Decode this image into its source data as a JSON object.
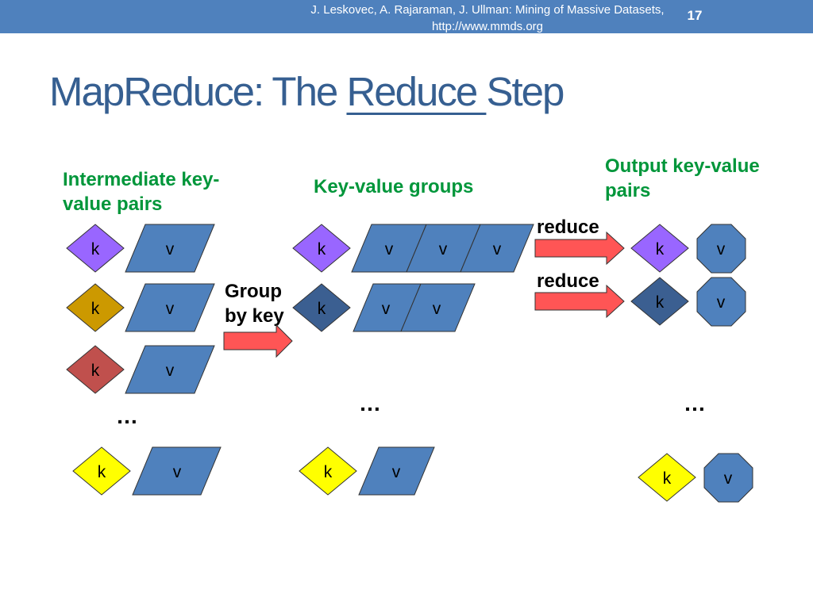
{
  "header": {
    "citation": "J. Leskovec, A. Rajaraman, J. Ullman: Mining of Massive Datasets, http://www.mmds.org",
    "slide_number": "17"
  },
  "title": {
    "before": "MapReduce: The ",
    "underlined": "Reduce ",
    "after": "Step"
  },
  "labels": {
    "intermediate": "Intermediate key-value pairs",
    "groups": "Key-value groups",
    "output": "Output key-value pairs",
    "group_by_key": "Group by key",
    "reduce": "reduce"
  },
  "symbols": {
    "key": "k",
    "value": "v",
    "ellipsis": "…"
  },
  "colors": {
    "header": "#4f81bd",
    "title": "#365f91",
    "label_green": "#00963a",
    "value_fill": "#4f81bd",
    "key_purple": "#9966ff",
    "key_gold": "#cc9900",
    "key_red": "#c0504d",
    "key_navy": "#3b5f91",
    "key_yellow": "#ffff00",
    "arrow": "#ff5555"
  }
}
